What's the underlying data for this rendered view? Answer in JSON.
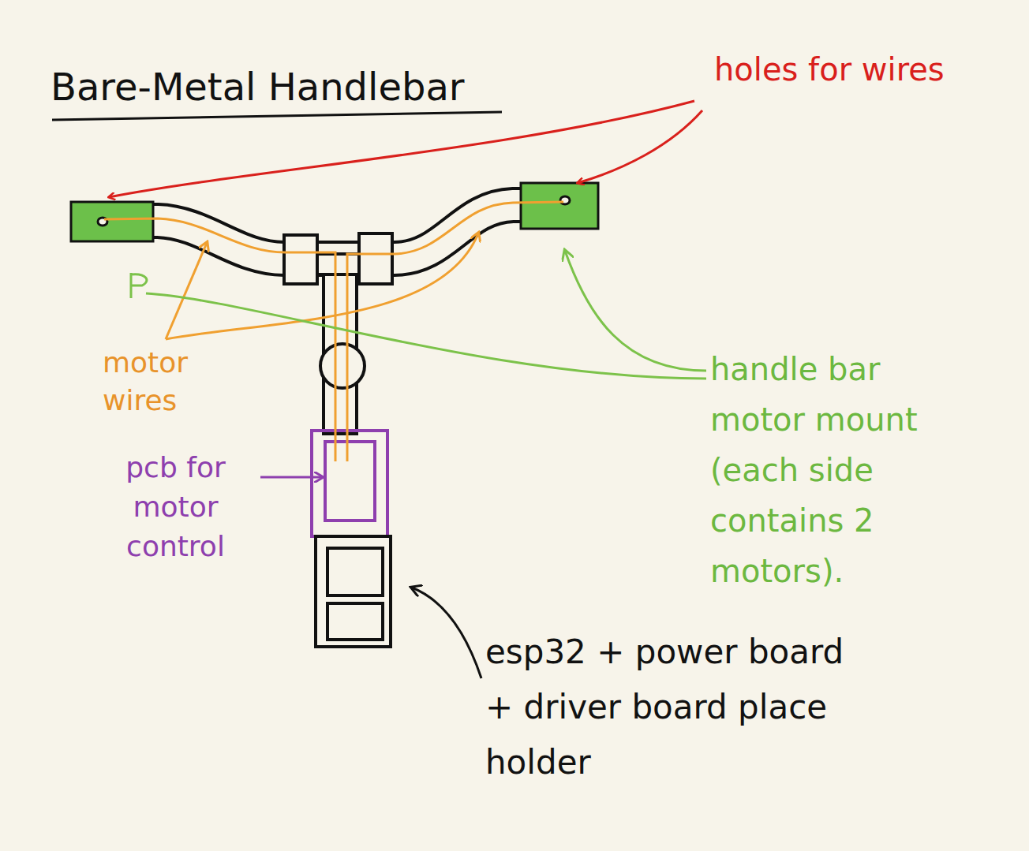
{
  "diagram": {
    "title": "Bare-Metal Handlebar",
    "labels": [
      "holes for wires",
      "motor wires",
      "handle bar motor mount (each side contains 2 motors).",
      "pcb for motor control",
      "esp32 + power board + driver board place holder"
    ]
  }
}
